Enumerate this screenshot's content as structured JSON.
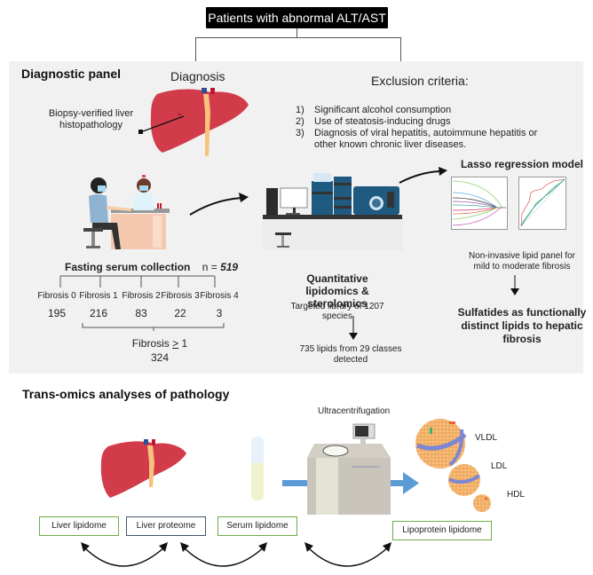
{
  "header": {
    "title": "Patients with abnormal ALT/AST"
  },
  "diagnostic_panel": {
    "title": "Diagnostic panel",
    "diagnosis_label": "Diagnosis",
    "biopsy_label_line1": "Biopsy-verified liver",
    "biopsy_label_line2": "histopathology",
    "exclusion": {
      "title": "Exclusion criteria:",
      "items": [
        {
          "num": "1)",
          "text": "Significant alcohol consumption"
        },
        {
          "num": "2)",
          "text": "Use of steatosis-inducing drugs"
        },
        {
          "num": "3)",
          "text": "Diagnosis of viral hepatitis, autoimmune hepatitis or",
          "text2": "other known chronic liver diseases."
        }
      ]
    },
    "serum": {
      "title": "Fasting serum collection",
      "n_label": "n =",
      "n_value": "519",
      "groups": [
        {
          "label": "Fibrosis 0",
          "value": "195"
        },
        {
          "label": "Fibrosis 1",
          "value": "216"
        },
        {
          "label": "Fibrosis 2",
          "value": "83"
        },
        {
          "label": "Fibrosis 3",
          "value": "22"
        },
        {
          "label": "Fibrosis 4",
          "value": "3"
        }
      ],
      "summary_label_prefix": "Fibrosis",
      "summary_label_op": ">",
      "summary_label_suffix": "1",
      "summary_value": "324"
    },
    "lipidomics": {
      "title_line1": "Quantitative",
      "title_line2": "lipidomics & sterolomics",
      "library": "Targeted library of 1207 species",
      "detected_line1": "735 lipids from 29 classes",
      "detected_line2": "detected"
    },
    "lasso": {
      "title": "Lasso regression model",
      "panel_line1": "Non-invasive lipid panel for",
      "panel_line2": "mild to moderate fibrosis",
      "result_line1": "Sulfatides as functionally",
      "result_line2": "distinct lipids to hepatic",
      "result_line3": "fibrosis"
    }
  },
  "trans_omics": {
    "title": "Trans-omics analyses of pathology",
    "ultracentrifugation": "Ultracentrifugation",
    "lipoproteins": [
      "VLDL",
      "LDL",
      "HDL"
    ],
    "boxes": [
      {
        "label": "Liver lipidome",
        "color": "#70ad47"
      },
      {
        "label": "Liver proteome",
        "color": "#44546a"
      },
      {
        "label": "Serum lipidome",
        "color": "#70ad47"
      },
      {
        "label": "Lipoprotein lipidome",
        "color": "#70ad47"
      }
    ]
  },
  "colors": {
    "liver": "#d23c4a",
    "bile": "#f6c27c",
    "instrument_blue": "#1f5a80",
    "arrow_blue": "#5b9bd5",
    "panel_bg": "#f1f1f1",
    "lipoprotein": "#f0a95a",
    "apo_band": "#7c86d4"
  }
}
